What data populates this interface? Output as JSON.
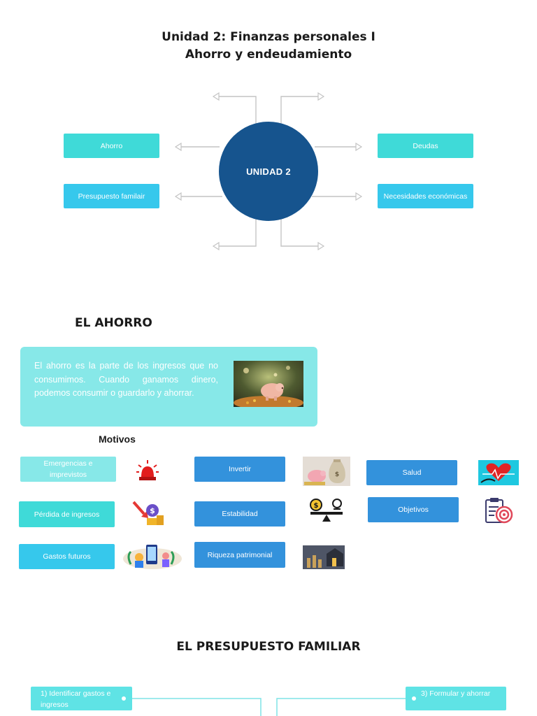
{
  "header": {
    "title_line1": "Unidad 2: Finanzas personales I",
    "title_line2": "Ahorro y endeudamiento"
  },
  "mindmap": {
    "center": "UNIDAD 2",
    "left": [
      "Ahorro",
      "Presupuesto familair"
    ],
    "right": [
      "Deudas",
      "Necesidades económicas"
    ]
  },
  "ahorro": {
    "heading": "EL AHORRO",
    "definition": "El ahorro es la parte de los ingresos que no consumimos. Cuando ganamos dinero, podemos consumir o guardarlo y ahorrar.",
    "image_icon": "piggy-bank-photo"
  },
  "motivos": {
    "heading": "Motivos",
    "items": [
      {
        "label": "Emergencias e imprevistos",
        "icon": "siren-icon"
      },
      {
        "label": "Pérdida de ingresos",
        "icon": "money-loss-icon"
      },
      {
        "label": "Gastos futuros",
        "icon": "shopping-illustration-icon"
      },
      {
        "label": "Invertir",
        "icon": "piggy-money-bags-icon"
      },
      {
        "label": "Estabilidad",
        "icon": "balance-scale-icon"
      },
      {
        "label": "Riqueza patrimonial",
        "icon": "house-coins-icon"
      },
      {
        "label": "Salud",
        "icon": "heart-stethoscope-icon"
      },
      {
        "label": "Objetivos",
        "icon": "clipboard-target-icon"
      }
    ]
  },
  "presupuesto": {
    "heading": "EL PRESUPUESTO FAMILIAR",
    "steps": [
      "1) Identificar gastos e ingresos",
      "3) Formular y ahorrar"
    ]
  },
  "colors": {
    "turquoise": "#3fdad8",
    "sky": "#36c8ec",
    "blue": "#3392dc",
    "pale": "#87e8e8",
    "navy": "#16548e"
  }
}
